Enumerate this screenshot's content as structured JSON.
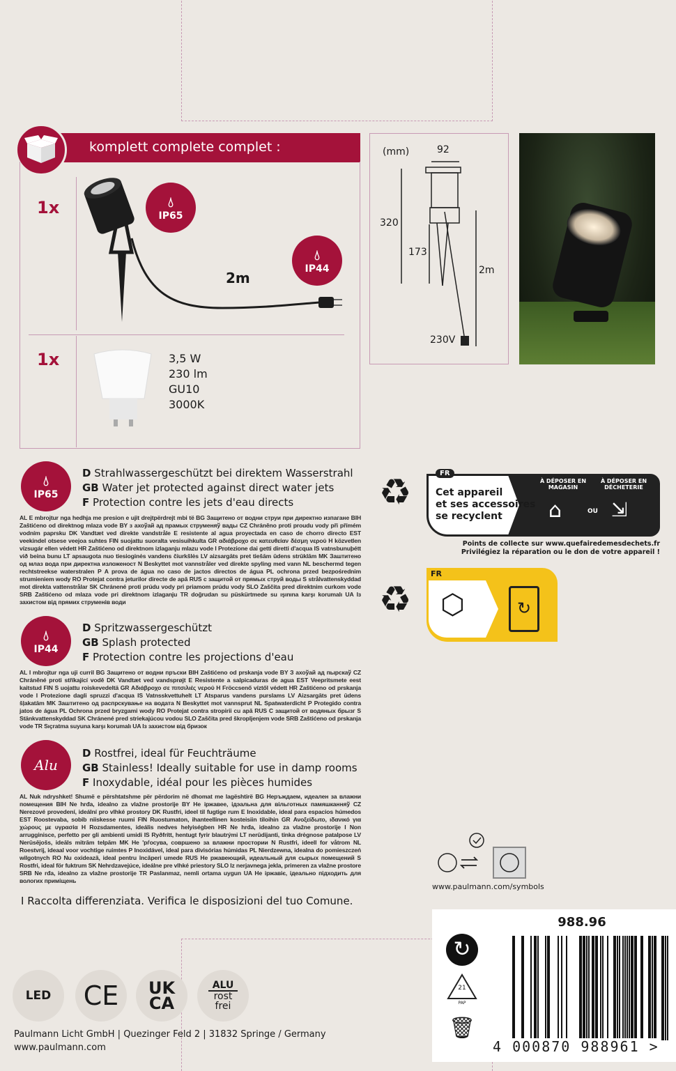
{
  "header": {
    "title": "komplett complete complet :"
  },
  "contents": {
    "item1": {
      "qty": "1x",
      "badge_a": "IP65",
      "badge_b": "IP44",
      "cable": "2m"
    },
    "item2": {
      "qty": "1x",
      "specs": [
        "3,5 W",
        "230 lm",
        "GU10",
        "3000K"
      ]
    }
  },
  "dimensions": {
    "unit": "(mm)",
    "width": "92",
    "height": "320",
    "spike": "173",
    "cable": "2m",
    "voltage": "230V"
  },
  "sections": [
    {
      "badge": "IP65",
      "lines": [
        {
          "code": "D",
          "text": "Strahlwassergeschützt bei direktem Wasserstrahl"
        },
        {
          "code": "GB",
          "text": "Water jet protected against direct water jets"
        },
        {
          "code": "F",
          "text": "Protection contre les jets d'eau directs"
        }
      ],
      "paragraph": "AL E mbrojtur nga hedhja me presion e ujit drejtpërdrejt mbi të BG Защитено от водни струи при директно изпагане BIH Zaštićeno od direktnog mlaza vode BY з ахоўай ад прамых струменяў вады CZ Chráněno proti proudu vody při přímém vodním paprsku DK Vandtæt ved direkte vandstråle E resistente al agua proyectada en caso de chorro directo EST veekindel otsese veejoa suhtes FIN suojattu suoralta vesisuihkulta GR αδιάβροχο σε κατευθείαν δέσμη νερού H közvetlen vízsugár ellen védett HR Zaštićeno od direktnom izlaganju mlazu vode I Protezione dai getti diretti d'acqua IS vatnsbunuþétt við beina bunu LT apsaugota nuo tiesioginės vandens čiurkšlės LV aizsargāts pret tiešām ūdens strūklām MK Заштитено од млаз вода при директна изложеност N Beskyttet mot vannstråler ved direkte spyling med vann NL beschermd tegen rechtstreekse waterstralen P A prova de água no caso de jactos directos de água PL ochrona przed bezpośrednim strumieniem wody RO Protejat contra jeturilor directe de apă RUS с защитой от прямых струй воды S strålvattenskyddad mot direkta vattenstrålar SK Chránené proti prúdu vody pri priamom prúdu vody SLO Zaščita pred direktnim curkom vode SRB Zaštićeno od mlaza vode pri direktnom izlaganju TR doğrudan su püskürtmede su ışınına karşı korumalı UA Із захистом від прямих струменів води"
    },
    {
      "badge": "IP44",
      "lines": [
        {
          "code": "D",
          "text": "Spritzwassergeschützt"
        },
        {
          "code": "GB",
          "text": "Splash protected"
        },
        {
          "code": "F",
          "text": "Protection contre les projections d'eau"
        }
      ],
      "paragraph": "AL I mbrojtur nga uji curril BG Защитено от водни пръски BIH Zaštićeno od prskanja vode BY З ахоўай ад пырскаў CZ Chráněné proti stříkající vodě DK Vandtæt ved vandsprøjt E Resistente a salpicaduras de agua EST Veepritsmete eest kaitstud FIN S uojattu roiskevedeltä GR Αδιάβροχο σε πιτσιλιές νερού H Fröccsenő víztől védett HR Zaštićeno od prskanja vode I Protezione dagli spruzzi d'acqua IS Vatnsskvettuhelt LT Atsparus vandens purslams LV Aizsargāts pret ūdens šļakatām MK Заштитено од распрскување на водата N Beskyttet mot vannsprut NL Spatwaterdicht P Protegido contra jatos de água PL Ochrona przed bryzgami wody RO Protejat contra stropirii cu apă RUS С защитой от водяных брызг S Stänkvattenskyddad SK Chránené pred striekajúcou vodou SLO Zaščita pred škropljenjem vode SRB Zaštićeno od prskanja vode TR Sıçratma suyuna karşı korumalı UA Із захистом від бризок"
    },
    {
      "badge": "Alu",
      "lines": [
        {
          "code": "D",
          "text": "Rostfrei, ideal für Feuchträume"
        },
        {
          "code": "GB",
          "text": "Stainless! Ideally suitable for use in damp rooms"
        },
        {
          "code": "F",
          "text": "Inoxydable, idéal pour les pièces humides"
        }
      ],
      "paragraph": "AL Nuk ndryshket! Shumë e përshtatshme për përdorim në dhomat me lagështirë BG Неръждаем, идеален за влажни помещения BIH Ne hrđa, idealno za vlažne prostorije BY Не іржавее, ідэальна для вільготных памяшканняў CZ Nerezové provedení, ideální pro vlhké prostory DK Rustfri, ideel til fugtige rum E Inoxidable, ideal para espacios húmedos EST Roostevaba, sobib niiskesse ruumi FIN Ruostumaton, ihanteellinen kosteisiin tiloihin GR Ανοξείδωτο, ιδανικό για χώρους με υγρασία H Rozsdamentes, ideális nedves helyiségben HR Ne hrđa, idealno za vlažne prostorije I Non arrugginisce, perfetto per gli ambienti umidi IS Ryðfrítt, hentugt fyrir blautrými LT nerūdijanti, tinka drėgnose patalpose LV Nerūsējošs, ideāls mitrām telpām MK Не 'рѓосува, совршено за влажни простории N Rustfri, ideell for våtrom NL Roestvrij, ideaal voor vochtige ruimtes P Inoxidável, ideal para divisórias húmidas PL Nierdzewna, idealna do pomieszczeń wilgotnych RO Nu oxidează, ideal pentru încăperi umede RUS Не ржавеющий, идеальный для сырых помещений S Rostfri, ideal för fuktrum SK Nehrdzavejúce, ideálne pre vlhké priestory SLO Iz nerjavnega jekla, primeren za vlažne prostore SRB Ne rđa, idealno za vlažne prostorije TR Paslanmaz, nemli ortama uygun UA Не іржавіє, ідеально підходить для вологих приміщень"
    }
  ],
  "italy_note": "I Raccolta differenziata. Verifica le disposizioni del tuo Comune.",
  "triman": {
    "fr_tag": "FR",
    "text": [
      "Cet appareil",
      "et ses accessoires",
      "se recyclent"
    ],
    "option1": "À DÉPOSER EN MAGASIN",
    "or": "OU",
    "option2": "À DÉPOSER EN DÉCHETERIE",
    "note1": "Points de collecte sur www.quefairedemesdechets.fr",
    "note2": "Privilégiez la réparation ou le don de votre appareil !",
    "fr_tag2": "FR"
  },
  "symbols_url": "www.paulmann.com/symbols",
  "certs": {
    "led": "LED",
    "ce": "CE",
    "ukca_1": "UK",
    "ukca_2": "CA",
    "alu": "ALU",
    "rostfrei": "rost frei"
  },
  "footer": {
    "company": "Paulmann Licht GmbH | Quezinger Feld 2 | 31832 Springe / Germany",
    "web": "www.paulmann.com"
  },
  "article_no": "988.96",
  "barcode": {
    "digits": "4 000870 988961 >"
  },
  "pap_code": "21",
  "pap_label": "PAP",
  "colors": {
    "brand": "#a4123a",
    "background": "#ece8e3",
    "triman_yellow": "#f4c21a"
  }
}
